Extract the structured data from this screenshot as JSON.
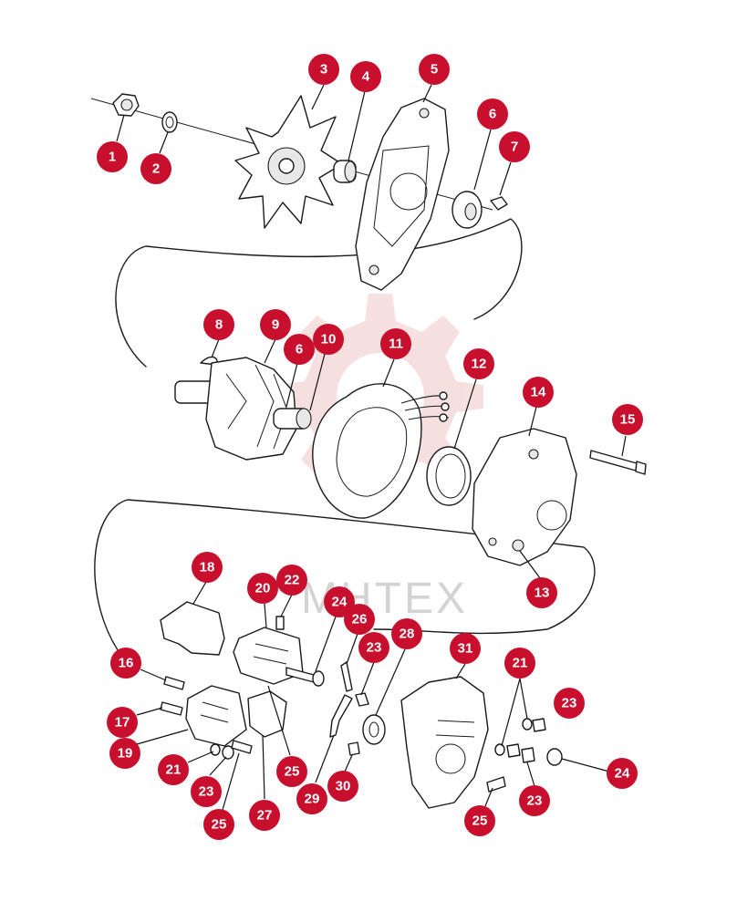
{
  "watermark": {
    "text": "MHTEX",
    "color": "#e6a5a5"
  },
  "callout_color": "#c8102e",
  "callouts": [
    {
      "label": "1"
    },
    {
      "label": "2"
    },
    {
      "label": "3"
    },
    {
      "label": "4"
    },
    {
      "label": "5"
    },
    {
      "label": "6"
    },
    {
      "label": "7"
    },
    {
      "label": "8"
    },
    {
      "label": "9"
    },
    {
      "label": "6"
    },
    {
      "label": "10"
    },
    {
      "label": "11"
    },
    {
      "label": "12"
    },
    {
      "label": "14"
    },
    {
      "label": "15"
    },
    {
      "label": "13"
    },
    {
      "label": "18"
    },
    {
      "label": "20"
    },
    {
      "label": "22"
    },
    {
      "label": "24"
    },
    {
      "label": "26"
    },
    {
      "label": "28"
    },
    {
      "label": "23"
    },
    {
      "label": "31"
    },
    {
      "label": "16"
    },
    {
      "label": "21"
    },
    {
      "label": "23"
    },
    {
      "label": "17"
    },
    {
      "label": "19"
    },
    {
      "label": "21"
    },
    {
      "label": "23"
    },
    {
      "label": "25"
    },
    {
      "label": "27"
    },
    {
      "label": "25"
    },
    {
      "label": "29"
    },
    {
      "label": "30"
    },
    {
      "label": "24"
    },
    {
      "label": "23"
    },
    {
      "label": "25"
    }
  ]
}
